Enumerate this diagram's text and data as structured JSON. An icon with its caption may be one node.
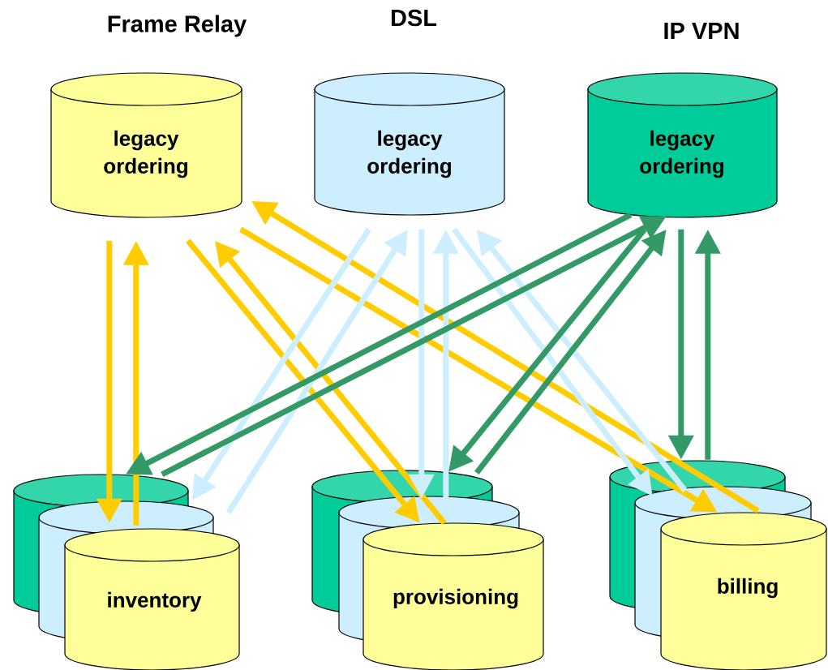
{
  "diagram": {
    "nodes": [
      {
        "text": [
          "Frame Relay",
          "legacy ordering"
        ]
      },
      {
        "text": [
          "DSL",
          "legacy ordering"
        ]
      },
      {
        "text": [
          "IP VPN",
          "legacy ordering"
        ]
      },
      {
        "text": [
          "inventory"
        ]
      },
      {
        "text": [
          "provisioning"
        ]
      },
      {
        "text": [
          "billing"
        ]
      }
    ],
    "edges": [
      {
        "from": 0,
        "to": 3,
        "arrow": "to",
        "color": "#ffcc00"
      },
      {
        "from": 3,
        "to": 0,
        "arrow": "to",
        "color": "#ffcc00"
      },
      {
        "from": 0,
        "to": 4,
        "arrow": "to",
        "color": "#ffcc00"
      },
      {
        "from": 4,
        "to": 0,
        "arrow": "to",
        "color": "#ffcc00"
      },
      {
        "from": 0,
        "to": 5,
        "arrow": "to",
        "color": "#ffcc00"
      },
      {
        "from": 5,
        "to": 0,
        "arrow": "to",
        "color": "#ffcc00"
      },
      {
        "from": 1,
        "to": 3,
        "arrow": "to",
        "color": "#cceeff"
      },
      {
        "from": 3,
        "to": 1,
        "arrow": "to",
        "color": "#cceeff"
      },
      {
        "from": 1,
        "to": 4,
        "arrow": "to",
        "color": "#cceeff"
      },
      {
        "from": 4,
        "to": 1,
        "arrow": "to",
        "color": "#cceeff"
      },
      {
        "from": 1,
        "to": 5,
        "arrow": "to",
        "color": "#cceeff"
      },
      {
        "from": 5,
        "to": 1,
        "arrow": "to",
        "color": "#cceeff"
      },
      {
        "from": 2,
        "to": 3,
        "arrow": "to",
        "color": "#339966"
      },
      {
        "from": 3,
        "to": 2,
        "arrow": "to",
        "color": "#339966"
      },
      {
        "from": 2,
        "to": 4,
        "arrow": "to",
        "color": "#339966"
      },
      {
        "from": 4,
        "to": 2,
        "arrow": "to",
        "color": "#339966"
      },
      {
        "from": 2,
        "to": 5,
        "arrow": "to",
        "color": "#339966"
      },
      {
        "from": 5,
        "to": 2,
        "arrow": "to",
        "color": "#339966"
      }
    ]
  }
}
